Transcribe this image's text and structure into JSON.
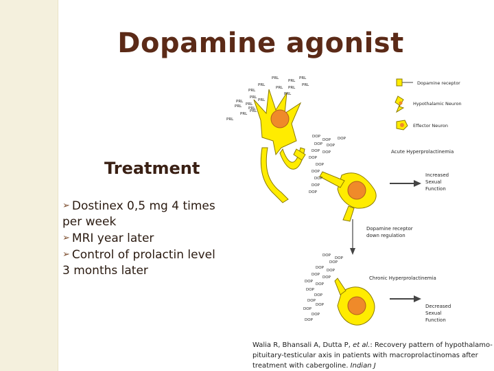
{
  "slide": {
    "title": "Dopamine agonist",
    "subtitle": "Treatment",
    "bullets": [
      {
        "lines": [
          "Dostinex 0,5 mg  4 times",
          "per week"
        ]
      },
      {
        "lines": [
          "MRI year later"
        ]
      },
      {
        "lines": [
          "Control of prolactin level",
          "3 months later"
        ]
      }
    ],
    "bullet_icon": "arrow-bullet-icon"
  },
  "figure": {
    "legend": {
      "receptor": "Dopamine receptor",
      "hypothalamic": "Hypothalamic Neuron",
      "effector": "Effector Neuron"
    },
    "prl_label": "PRL",
    "dop_label": "DOP",
    "acute": "Acute Hyperprolactinemia",
    "increased": [
      "Increased",
      "Sexual",
      "Function"
    ],
    "downreg": [
      "Dopamine receptor",
      "down regulation"
    ],
    "chronic": "Chronic Hyperprolactinemia",
    "decreased": [
      "Decreased",
      "Sexual",
      "Function"
    ]
  },
  "citation": {
    "authors": "Walia R, Bhansali A, Dutta P, ",
    "etal": "et al.",
    "title": ": Recovery pattern of hypothalamo-pituitary-testicular axis in patients with macroprolactinomas after treatment with cabergoline. ",
    "journal": "Indian J"
  },
  "colors": {
    "title": "#5b2a17",
    "neuron": "#ffec00",
    "nucleus": "#ef8a2a",
    "band": "#f4f0dd"
  }
}
